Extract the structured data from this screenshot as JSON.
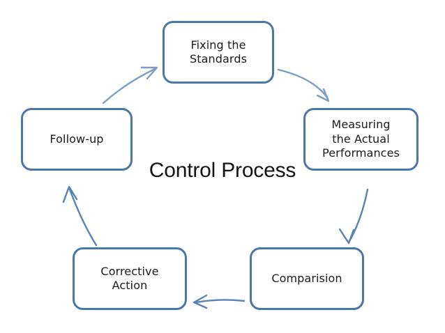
{
  "diagram": {
    "title": "Control Process",
    "type": "circular-process-cycle",
    "background_color": "#ffffff",
    "node_border_color": "#4a76a8",
    "node_fill_color": "#ffffff",
    "node_text_color": "#1a1a1a",
    "arrow_color": "#7b9ec4",
    "nodes": [
      {
        "id": "fixing",
        "label": "Fixing the\nStandards",
        "position": "top"
      },
      {
        "id": "measuring",
        "label": "Measuring\nthe Actual\nPerformances",
        "position": "right"
      },
      {
        "id": "comparision",
        "label": "Comparision",
        "position": "bottom-right"
      },
      {
        "id": "corrective",
        "label": "Corrective\nAction",
        "position": "bottom-left"
      },
      {
        "id": "followup",
        "label": "Follow-up",
        "position": "left"
      }
    ],
    "arrows": [
      {
        "id": "arrow-fixing-to-measuring",
        "from": "fixing",
        "to": "measuring",
        "direction": "down-right"
      },
      {
        "id": "arrow-measuring-to-comparision",
        "from": "measuring",
        "to": "comparision",
        "direction": "down-left"
      },
      {
        "id": "arrow-comparision-to-corrective",
        "from": "comparision",
        "to": "corrective",
        "direction": "left"
      },
      {
        "id": "arrow-corrective-to-followup",
        "from": "corrective",
        "to": "followup",
        "direction": "up"
      },
      {
        "id": "arrow-followup-to-fixing",
        "from": "followup",
        "to": "fixing",
        "direction": "up-right"
      }
    ]
  }
}
